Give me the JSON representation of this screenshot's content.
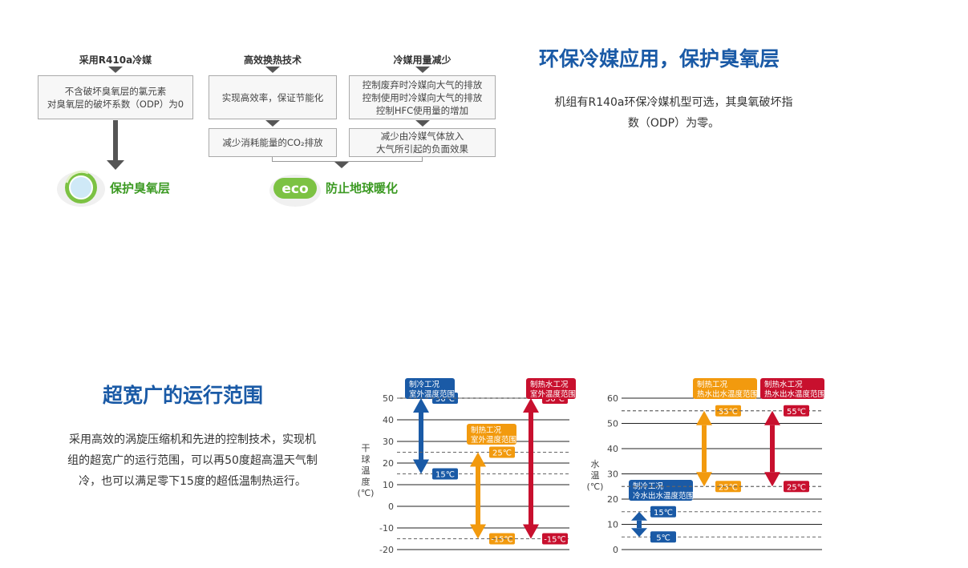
{
  "diagram": {
    "col1": {
      "head": "采用R410a冷媒",
      "box": [
        "不含破坏臭氧层的氯元素",
        "对臭氧层的破坏系数（ODP）为0"
      ]
    },
    "col2": {
      "head": "高效换热技术",
      "box1": "实现高效率，保证节能化",
      "box2": "减少消耗能量的CO₂排放"
    },
    "col3": {
      "head": "冷媒用量减少",
      "box1": [
        "控制废弃时冷媒向大气的排放",
        "控制使用时冷媒向大气的排放",
        "控制HFC使用量的增加"
      ],
      "box2": [
        "减少由冷媒气体放入",
        "大气所引起的负面效果"
      ]
    },
    "badge1": {
      "label": "保护臭氧层"
    },
    "badge2": {
      "logo": "eco",
      "label": "防止地球暖化"
    }
  },
  "section1": {
    "title": "环保冷媒应用，保护臭氧层",
    "text": [
      "机组有R140a环保冷媒机型可选，其臭氧破坏指",
      "数（ODP）为零。"
    ]
  },
  "section2": {
    "title": "超宽广的运行范围",
    "text": [
      "采用高效的涡旋压缩机和先进的控制技术，实现机",
      "组的超宽广的运行范围，可以再50度超高温天气制",
      "冷，也可以满足零下15度的超低温制热运行。"
    ]
  },
  "colors": {
    "blue": "#1a5aa6",
    "orange": "#f29a0e",
    "red": "#c8102e",
    "green": "#3c9a23"
  },
  "chart_data": [
    {
      "type": "range",
      "ylabel": [
        "干",
        "球",
        "温",
        "度",
        "(℃)"
      ],
      "yticks": [
        50,
        40,
        30,
        20,
        10,
        0,
        -10,
        -20
      ],
      "ylim": [
        -20,
        50
      ],
      "ranges": [
        {
          "label": [
            "制冷工况",
            "室外温度范围"
          ],
          "min": 15,
          "max": 50,
          "min_label": "15℃",
          "max_label": "50℃",
          "color": "#1a5aa6"
        },
        {
          "label": [
            "制热工况",
            "室外温度范围"
          ],
          "min": -15,
          "max": 25,
          "min_label": "-15℃",
          "max_label": "25℃",
          "color": "#f29a0e"
        },
        {
          "label": [
            "制热水工况",
            "室外温度范围"
          ],
          "min": -15,
          "max": 50,
          "min_label": "-15℃",
          "max_label": "50℃",
          "color": "#c8102e"
        }
      ]
    },
    {
      "type": "range",
      "ylabel": [
        "水",
        "温",
        "(℃)"
      ],
      "yticks": [
        60,
        50,
        40,
        30,
        20,
        10,
        0
      ],
      "ylim": [
        0,
        60
      ],
      "ranges": [
        {
          "label": [
            "制冷工况",
            "冷水出水温度范围"
          ],
          "min": 5,
          "max": 15,
          "min_label": "5℃",
          "max_label": "15℃",
          "color": "#1a5aa6"
        },
        {
          "label": [
            "制热工况",
            "热水出水温度范围"
          ],
          "min": 25,
          "max": 55,
          "min_label": "25℃",
          "max_label": "55℃",
          "color": "#f29a0e"
        },
        {
          "label": [
            "制热水工况",
            "热水出水温度范围"
          ],
          "min": 25,
          "max": 55,
          "min_label": "25℃",
          "max_label": "55℃",
          "color": "#c8102e"
        }
      ]
    }
  ]
}
